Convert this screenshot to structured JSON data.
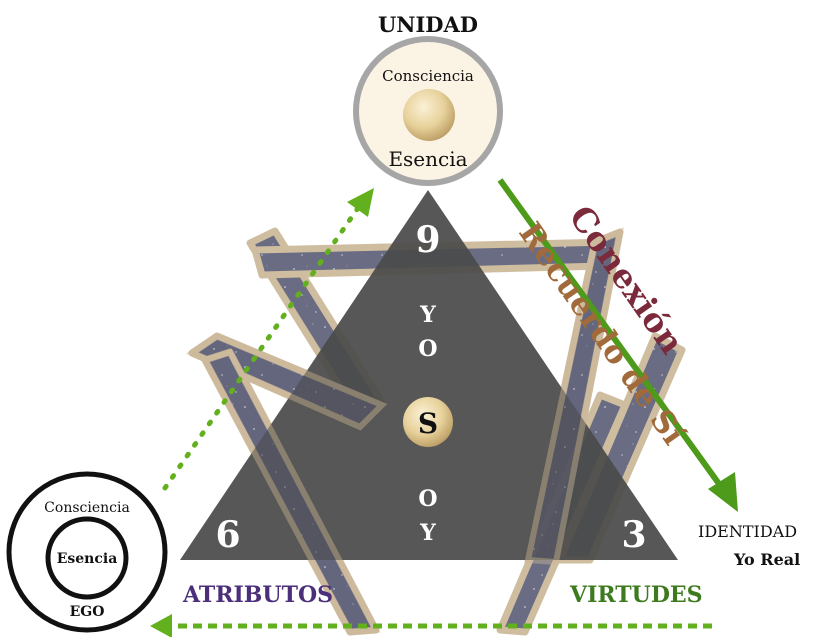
{
  "top": {
    "title": "UNIDAD",
    "consciencia": "Consciencia",
    "esencia": "Esencia"
  },
  "triangle": {
    "apex_number": "9",
    "left_number": "6",
    "right_number": "3",
    "center_letter": "S",
    "yo": [
      "Y",
      "O"
    ],
    "oy": [
      "O",
      "Y"
    ]
  },
  "diagonal": {
    "conexion": "Conexión",
    "recuerdo": "Recuerdo de Sí"
  },
  "ego_circle": {
    "consciencia": "Consciencia",
    "esencia": "Esencia",
    "ego": "EGO"
  },
  "right_side": {
    "identidad": "IDENTIDAD",
    "yo_real": "Yo Real"
  },
  "bottom": {
    "atributos": "ATRIBUTOS",
    "virtudes": "VIRTUDES"
  },
  "colors": {
    "triangle": "#4a4a4a",
    "band_fill": "#6e6f88",
    "band_border": "#c9b597",
    "green": "#4e9a1a",
    "dotted_green": "#62b01e",
    "conexion": "#7a2a3a",
    "recuerdo": "#a16a3a",
    "atributos": "#4b2f7a",
    "virtudes": "#3e7a1e",
    "sphere": "#e6cf98",
    "circle_bg": "#fbf3e4",
    "circle_border": "#a6a6a6"
  }
}
